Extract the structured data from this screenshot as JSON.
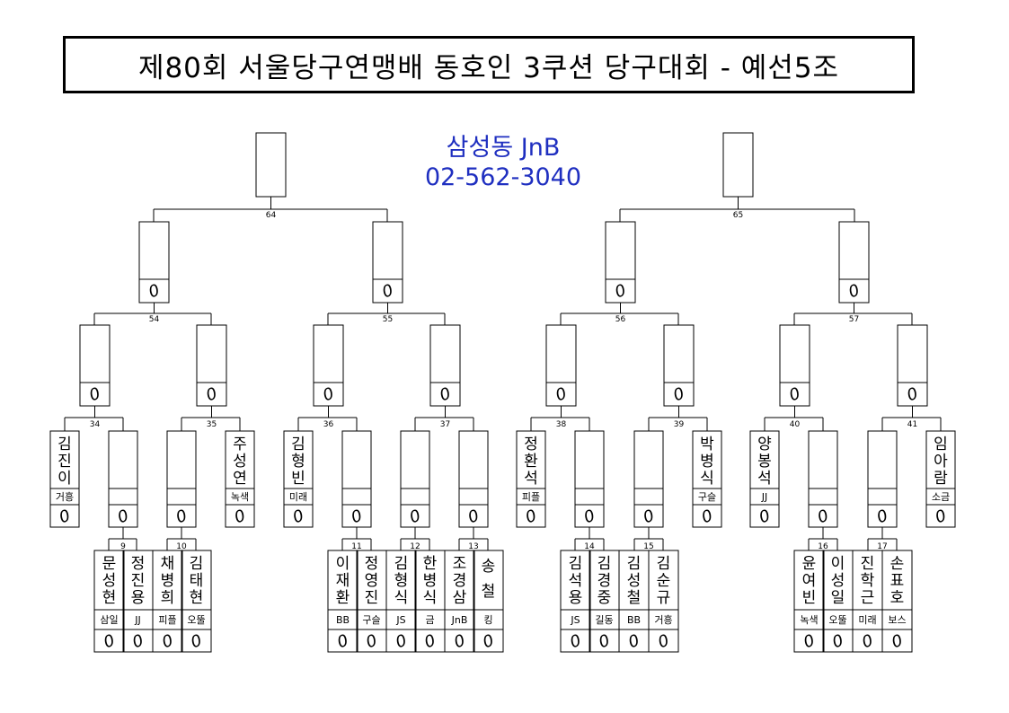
{
  "title": "제80회 서울당구연맹배 동호인 3쿠션 당구대회 - 예선5조",
  "sponsor": {
    "name": "삼성동 JnB",
    "phone": "02-562-3040"
  },
  "score_mark": "0",
  "match_numbers": {
    "final_left": "64",
    "final_right": "65",
    "semis": [
      "54",
      "55",
      "56",
      "57"
    ],
    "quarters": [
      "34",
      "35",
      "36",
      "37",
      "38",
      "39",
      "40",
      "41"
    ],
    "prelims": [
      "9",
      "10",
      "11",
      "12",
      "13",
      "14",
      "15",
      "16",
      "17"
    ]
  },
  "seeded_players": [
    {
      "name": "김진이",
      "club": "거흥"
    },
    {
      "name": "주성연",
      "club": "녹색"
    },
    {
      "name": "김형빈",
      "club": "미래"
    },
    {
      "name": "정환석",
      "club": "피플"
    },
    {
      "name": "박병식",
      "club": "구슬"
    },
    {
      "name": "양봉석",
      "club": "JJ"
    },
    {
      "name": "임아람",
      "club": "소금"
    }
  ],
  "prelim_players": [
    {
      "name": "문성현",
      "club": "삼일"
    },
    {
      "name": "정진용",
      "club": "JJ"
    },
    {
      "name": "채병희",
      "club": "피플"
    },
    {
      "name": "김태현",
      "club": "오뚤"
    },
    {
      "name": "이재환",
      "club": "BB"
    },
    {
      "name": "정영진",
      "club": "구슬"
    },
    {
      "name": "김형식",
      "club": "JS"
    },
    {
      "name": "한병식",
      "club": "금"
    },
    {
      "name": "조경삼",
      "club": "JnB"
    },
    {
      "name": "송철",
      "club": "킹"
    },
    {
      "name": "김석용",
      "club": "JS"
    },
    {
      "name": "김경중",
      "club": "길동"
    },
    {
      "name": "김성철",
      "club": "BB"
    },
    {
      "name": "김순규",
      "club": "거흥"
    },
    {
      "name": "윤여빈",
      "club": "녹색"
    },
    {
      "name": "이성일",
      "club": "오뚤"
    },
    {
      "name": "진학근",
      "club": "미래"
    },
    {
      "name": "손표호",
      "club": "보스"
    }
  ]
}
